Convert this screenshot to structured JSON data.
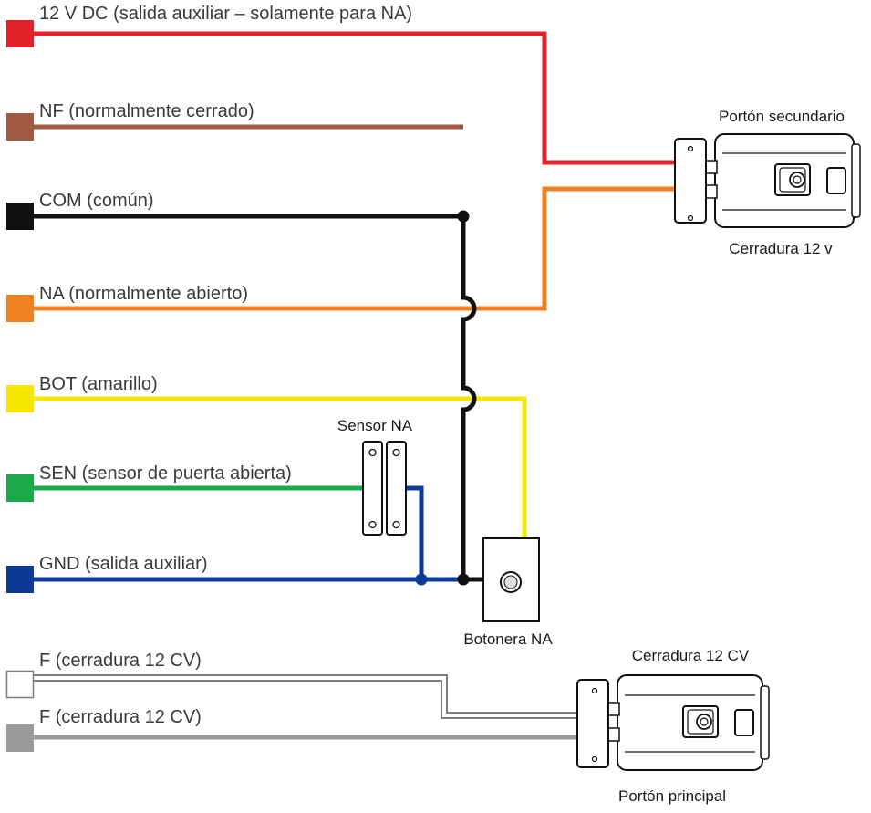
{
  "wires": [
    {
      "id": "12v",
      "label": "12 V DC (salida auxiliar – solamente para NA)",
      "color": "#e3232b"
    },
    {
      "id": "nf",
      "label": "NF (normalmente cerrado)",
      "color": "#a05a43"
    },
    {
      "id": "com",
      "label": "COM (común)",
      "color": "#111111"
    },
    {
      "id": "na",
      "label": "NA (normalmente abierto)",
      "color": "#f08122"
    },
    {
      "id": "bot",
      "label": "BOT (amarillo)",
      "color": "#f4e600"
    },
    {
      "id": "sen",
      "label": "SEN (sensor de puerta abierta)",
      "color": "#1aa84b"
    },
    {
      "id": "gnd",
      "label": "GND (salida auxiliar)",
      "color": "#0e3a96"
    },
    {
      "id": "f1",
      "label": "F (cerradura 12 CV)",
      "color": "#ffffff"
    },
    {
      "id": "f2",
      "label": "F (cerradura 12 CV)",
      "color": "#9b9b9b"
    }
  ],
  "devices": {
    "lock_secondary_title": "Portón secundario",
    "lock_secondary_sub": "Cerradura 12 v",
    "sensor": "Sensor NA",
    "button": "Botonera NA",
    "lock_main_title": "Cerradura 12 CV",
    "lock_main_sub": "Portón principal"
  }
}
